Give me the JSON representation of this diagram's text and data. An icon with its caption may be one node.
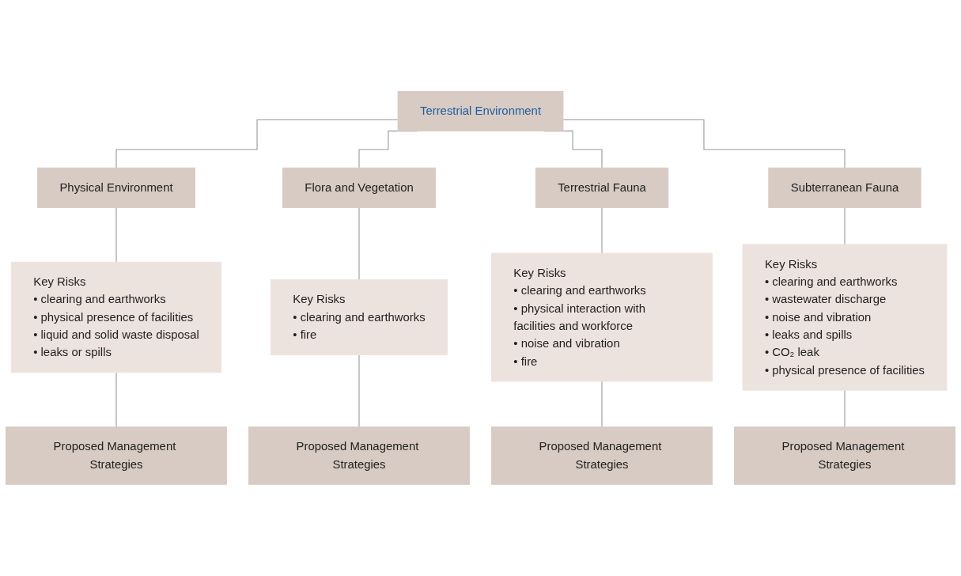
{
  "diagram": {
    "nodes": [
      {
        "text": [
          "Terrestrial Environment"
        ]
      },
      {
        "text": [
          "Physical Environment"
        ]
      },
      {
        "text": [
          "Flora and Vegetation"
        ]
      },
      {
        "text": [
          "Terrestrial Fauna"
        ]
      },
      {
        "text": [
          "Subterranean Fauna"
        ]
      },
      {
        "text": [
          "Key Risks",
          "• clearing and earthworks",
          "• physical presence of facilities",
          "• liquid and solid waste disposal",
          "• leaks or spills"
        ]
      },
      {
        "text": [
          "Key Risks",
          "• clearing and earthworks",
          "• fire"
        ]
      },
      {
        "text": [
          "Key Risks",
          "• clearing and earthworks",
          "• physical interaction with facilities and workforce",
          "• noise and vibration",
          "• fire"
        ]
      },
      {
        "text": [
          "Key Risks",
          "• clearing and earthworks",
          "• wastewater discharge",
          "• noise and vibration",
          "• leaks and spills",
          "• CO₂ leak",
          "• physical presence of facilities"
        ]
      },
      {
        "text": [
          "Proposed Management Strategies"
        ]
      },
      {
        "text": [
          "Proposed Management Strategies"
        ]
      },
      {
        "text": [
          "Proposed Management Strategies"
        ]
      },
      {
        "text": [
          "Proposed Management Strategies"
        ]
      }
    ],
    "edges": [
      {
        "from": 0,
        "to": 1,
        "arrow": "none"
      },
      {
        "from": 0,
        "to": 2,
        "arrow": "none"
      },
      {
        "from": 0,
        "to": 3,
        "arrow": "none"
      },
      {
        "from": 0,
        "to": 4,
        "arrow": "none"
      },
      {
        "from": 1,
        "to": 5,
        "arrow": "none"
      },
      {
        "from": 2,
        "to": 6,
        "arrow": "none"
      },
      {
        "from": 3,
        "to": 7,
        "arrow": "none"
      },
      {
        "from": 4,
        "to": 8,
        "arrow": "none"
      },
      {
        "from": 5,
        "to": 9,
        "arrow": "none"
      },
      {
        "from": 6,
        "to": 10,
        "arrow": "none"
      },
      {
        "from": 7,
        "to": 11,
        "arrow": "none"
      },
      {
        "from": 8,
        "to": 12,
        "arrow": "none"
      }
    ]
  }
}
